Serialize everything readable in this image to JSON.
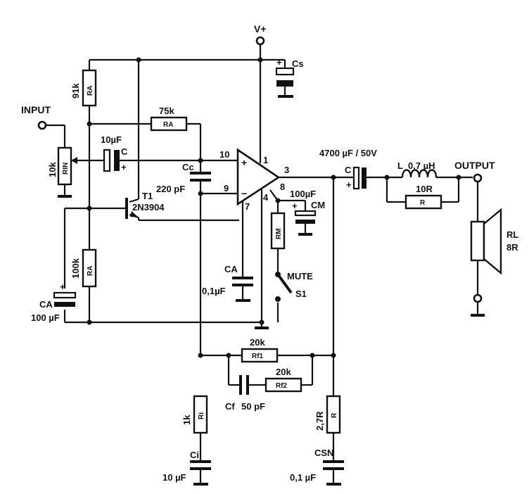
{
  "supply": {
    "label": "V+"
  },
  "input": {
    "label": "INPUT"
  },
  "output": {
    "label": "OUTPUT"
  },
  "opamp": {
    "pin_plus_in": "10",
    "pin_minus_in": "9",
    "pin_supply": "1",
    "pin_out": "3",
    "pin_gnd": "4",
    "pin_mute": "8",
    "pin_7": "7"
  },
  "components": {
    "cs": {
      "name": "Cs"
    },
    "ra_top": {
      "value": "91k",
      "name": "RA"
    },
    "ra_fb": {
      "value": "75k",
      "name": "RA"
    },
    "rin": {
      "value": "10k",
      "name": "RIN"
    },
    "c_in": {
      "value": "10µF",
      "name": "C",
      "plus": "+"
    },
    "cc": {
      "name": "Cc",
      "value": "220 pF"
    },
    "t1": {
      "name": "T1",
      "type": "2N3904"
    },
    "ra_bot": {
      "value": "100k",
      "name": "RA"
    },
    "ca_left": {
      "name": "CA",
      "value": "100 µF",
      "plus": "+"
    },
    "ca_mid": {
      "name": "CA",
      "value": "0,1µF"
    },
    "cm": {
      "value": "100µF",
      "name": "CM",
      "plus": "+"
    },
    "rm": {
      "name": "RM"
    },
    "mute": {
      "label": "MUTE",
      "name": "S1"
    },
    "c_out": {
      "value": "4700 µF / 50V",
      "name": "C",
      "plus": "+"
    },
    "l": {
      "name": "L",
      "value": "0.7 µH"
    },
    "r_par": {
      "value": "10R",
      "name": "R"
    },
    "rl": {
      "name": "RL",
      "value": "8R"
    },
    "rf1": {
      "value": "20k",
      "name": "Rf1"
    },
    "rf2": {
      "value": "20k",
      "name": "Rf2"
    },
    "cf": {
      "name": "Cf",
      "value": "50 pF"
    },
    "ri": {
      "value": "1k",
      "name": "Ri"
    },
    "ci": {
      "name": "Ci",
      "value": "10 µF"
    },
    "r_sn": {
      "value": "2,7R",
      "name": "R"
    },
    "csn": {
      "name": "CSN",
      "value": "0,1 µF"
    }
  }
}
